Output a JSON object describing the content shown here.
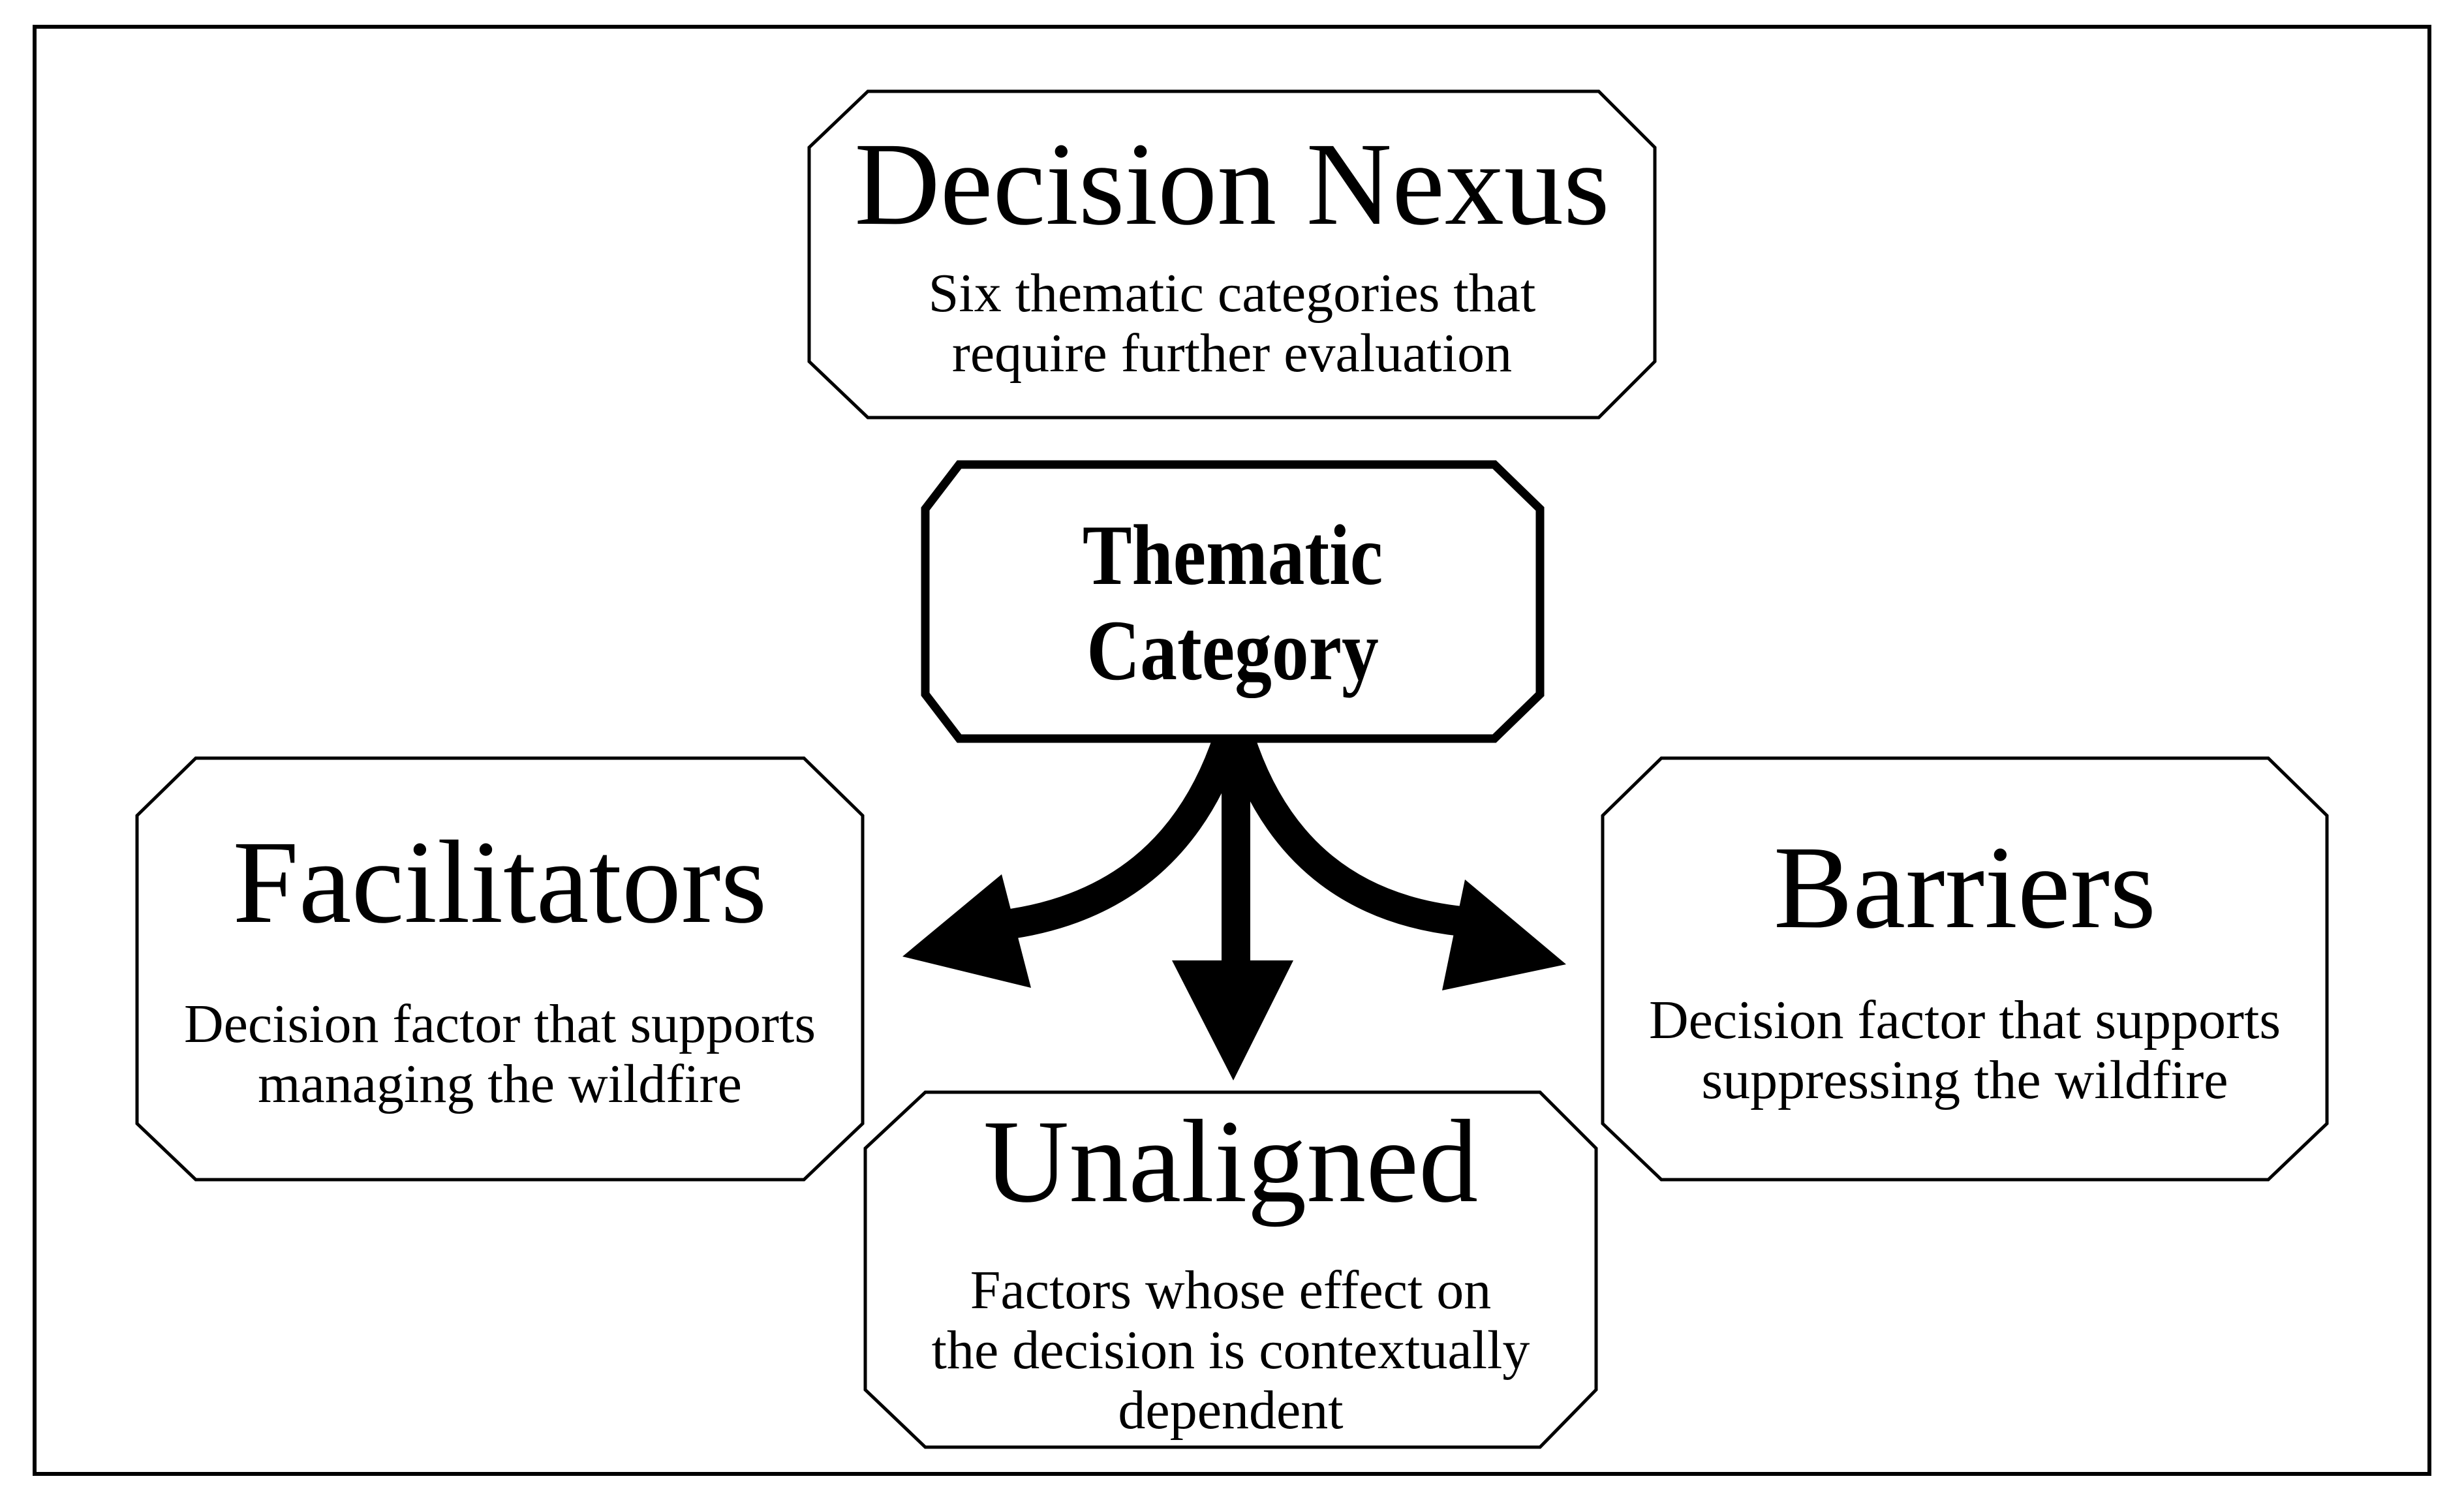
{
  "nexus": {
    "title": "Decision Nexus",
    "subtitle_line1": "Six thematic categories that",
    "subtitle_line2": "require further evaluation"
  },
  "center": {
    "title_line1": "Thematic",
    "title_line2": "Category"
  },
  "facilitators": {
    "title": "Facilitators",
    "desc_line1": "Decision factor that supports",
    "desc_line2": "managing the wildfire"
  },
  "barriers": {
    "title": "Barriers",
    "desc_line1": "Decision factor that supports",
    "desc_line2": "suppressing the wildfire"
  },
  "unaligned": {
    "title": "Unaligned",
    "desc_line1": "Factors whose effect on",
    "desc_line2": "the decision is contextually",
    "desc_line3": "dependent"
  },
  "colors": {
    "stroke": "#000000",
    "background": "#ffffff"
  }
}
